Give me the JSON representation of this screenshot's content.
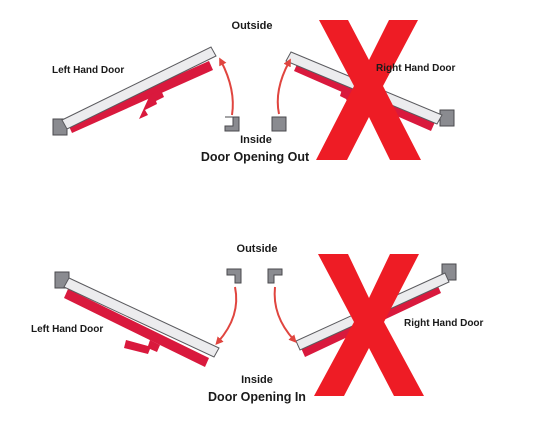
{
  "colors": {
    "door_red": "#d9193d",
    "x_red": "#ee1c25",
    "arrow_red": "#e0453f",
    "panel_fill": "#ececee",
    "panel_stroke": "#5a5a5e",
    "hinge_gray": "#8a8b90"
  },
  "top": {
    "outside_label": "Outside",
    "inside_label": "Inside",
    "caption": "Door Opening Out",
    "left_door_label": "Left Hand Door",
    "right_door_label": "Right Hand Door"
  },
  "bottom": {
    "outside_label": "Outside",
    "inside_label": "Inside",
    "caption": "Door Opening In",
    "left_door_label": "Left Hand Door",
    "right_door_label": "Right Hand Door"
  },
  "icons": [
    "door-panel",
    "hinge-block",
    "door-handle",
    "swing-arrow",
    "red-x-icon"
  ]
}
